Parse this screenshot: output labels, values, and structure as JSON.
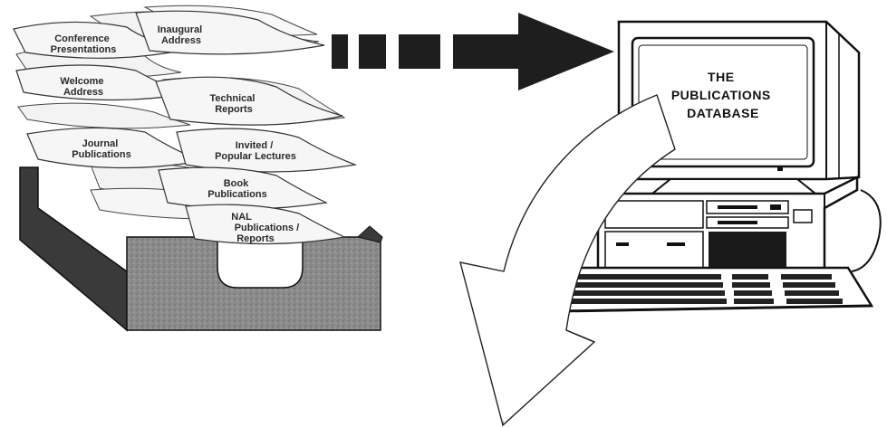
{
  "documents": [
    {
      "lines": [
        "Conference",
        "Presentations"
      ]
    },
    {
      "lines": [
        "Inaugural",
        "Address"
      ]
    },
    {
      "lines": [
        "Welcome",
        "Address"
      ]
    },
    {
      "lines": [
        "Technical",
        "Reports"
      ]
    },
    {
      "lines": [
        "Journal",
        "Publications"
      ]
    },
    {
      "lines": [
        "Invited /",
        "Popular Lectures"
      ]
    },
    {
      "lines": [
        "Book",
        "Publications"
      ]
    },
    {
      "lines": [
        "NAL",
        "Publications /",
        "Reports"
      ]
    }
  ],
  "screen": {
    "lines": [
      "THE",
      "PUBLICATIONS",
      "DATABASE"
    ]
  },
  "colors": {
    "ink": "#111111",
    "tray_side": "#3a3a3a",
    "tray_front": "#8c8c8c",
    "paper": "#f6f6f6"
  }
}
